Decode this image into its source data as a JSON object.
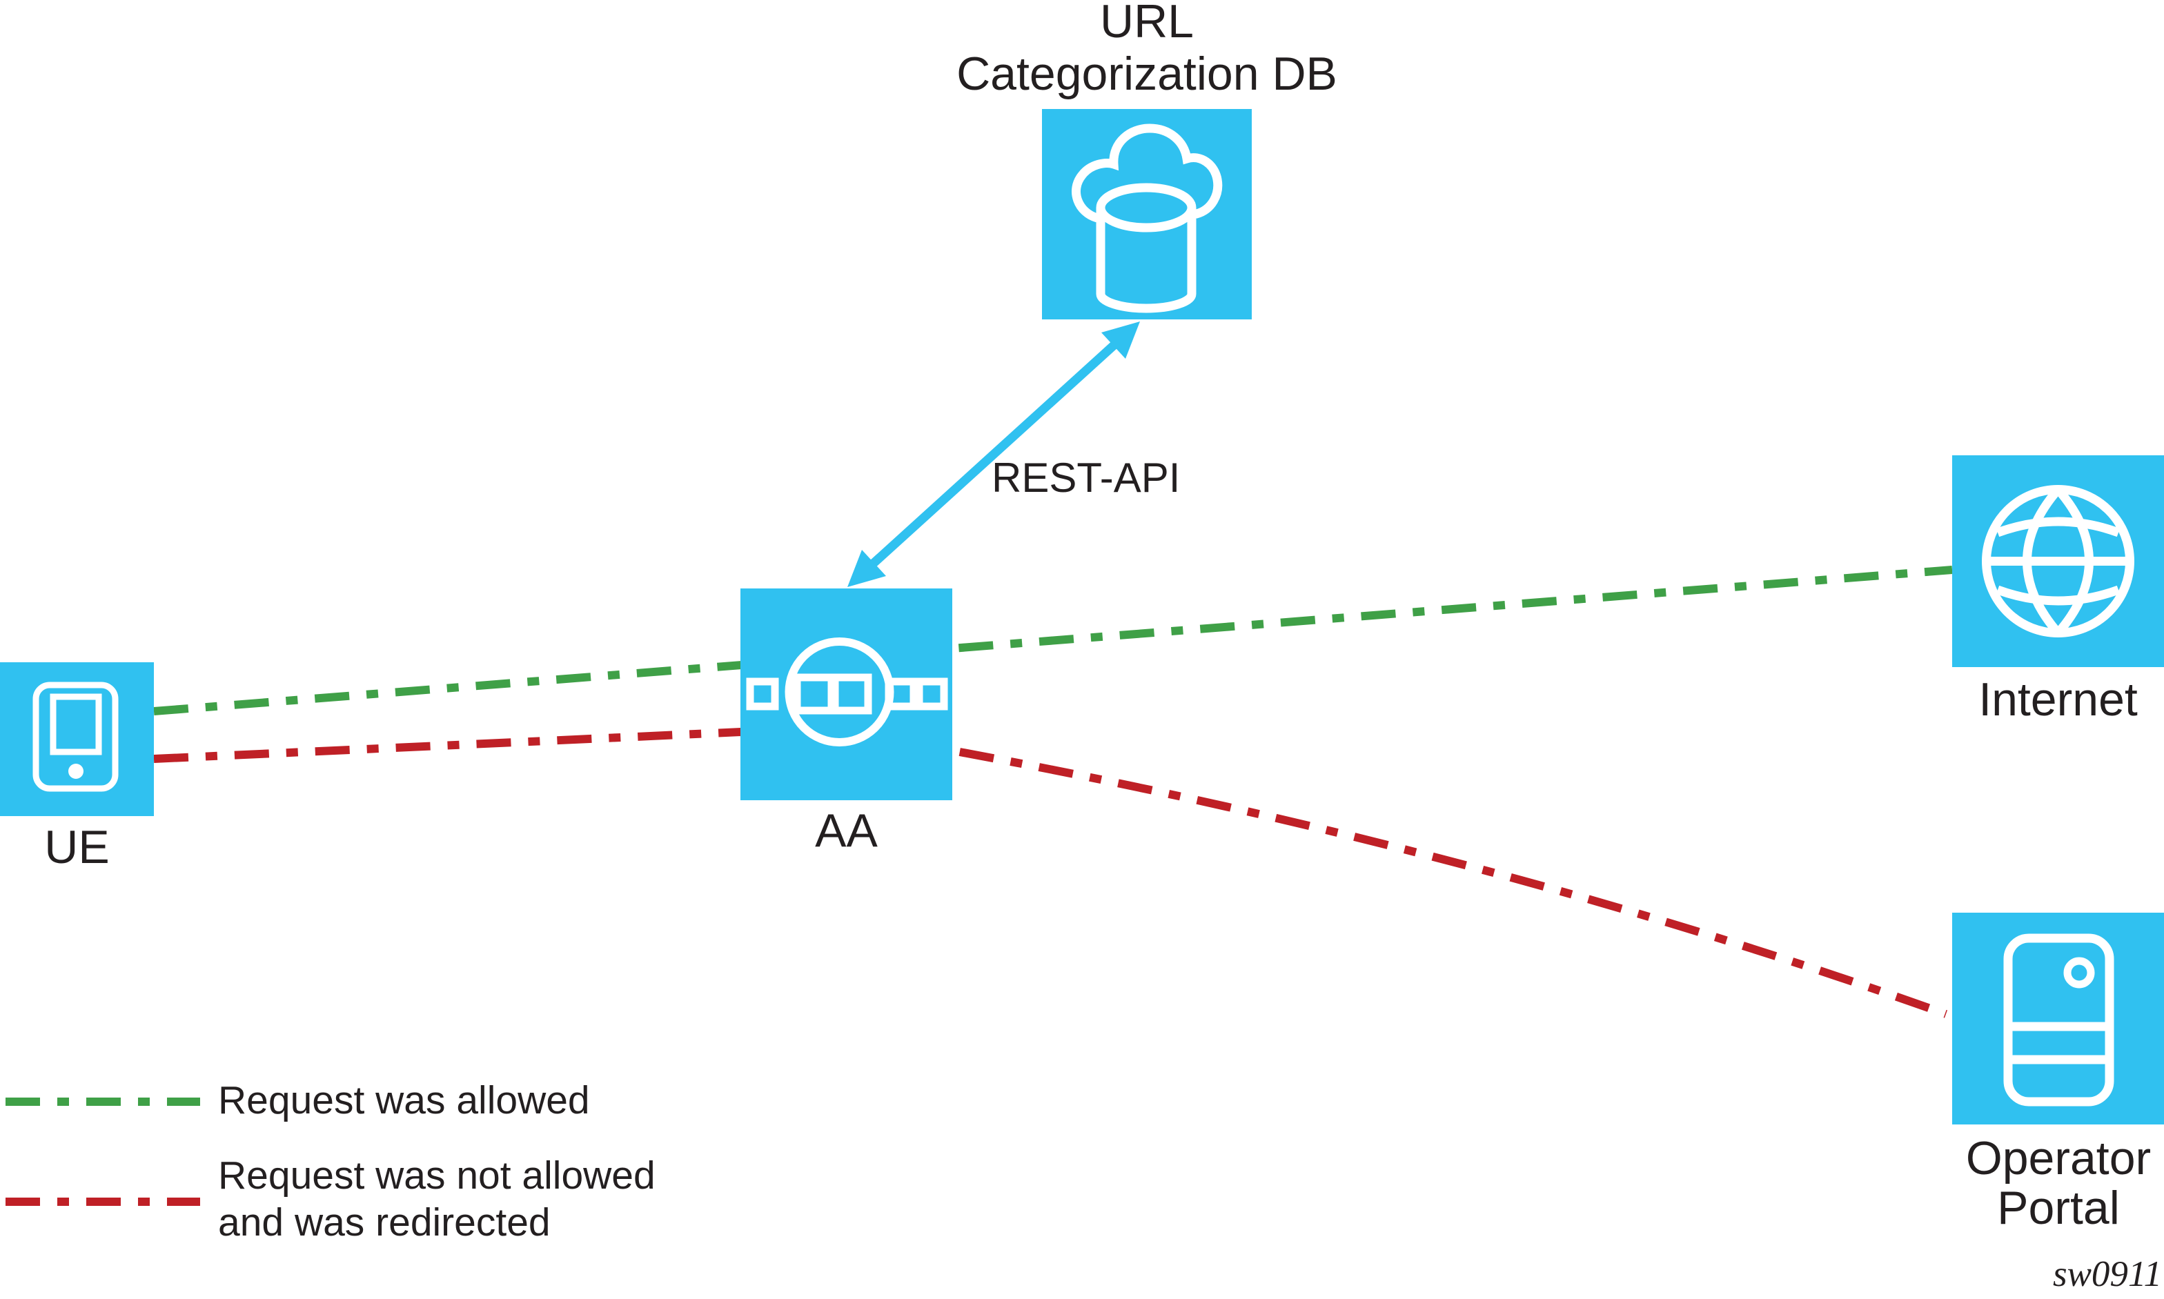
{
  "figure": {
    "nodes": {
      "url_db": {
        "title_line1": "URL",
        "title_line2": "Categorization DB",
        "icon": "cloud-database"
      },
      "ue": {
        "label": "UE",
        "icon": "mobile-device"
      },
      "aa": {
        "label": "AA",
        "icon": "packet-inspection"
      },
      "internet": {
        "label": "Internet",
        "icon": "globe"
      },
      "operator_portal": {
        "label_line1": "Operator",
        "label_line2": "Portal",
        "icon": "server"
      }
    },
    "connections": {
      "rest_api": {
        "label": "REST-API",
        "type": "double-headed-arrow"
      },
      "allowed": {
        "type": "dash-dot-line"
      },
      "redirected": {
        "type": "dash-dot-line"
      }
    },
    "legend": {
      "allowed": {
        "label": "Request was allowed"
      },
      "redirected": {
        "label_line1": "Request was not allowed",
        "label_line2": "and was redirected"
      }
    },
    "figure_id": "sw0911",
    "colors": {
      "background": "#FFFFFF",
      "node_fill": "#30C1F0",
      "icon_stroke": "#FFFFFF",
      "allowed_line": "#3FA047",
      "redirected_line": "#BF2026",
      "arrow": "#30C1F0",
      "text": "#231F20"
    }
  }
}
